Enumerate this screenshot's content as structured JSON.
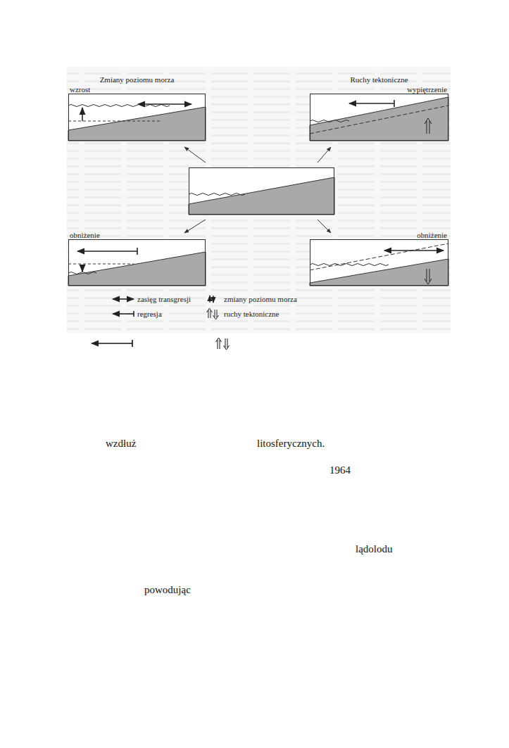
{
  "diagram": {
    "nodes": [
      {
        "text": [
          "Zmiany poziomu morza",
          "wzrost"
        ]
      },
      {
        "text": [
          "Ruchy tektoniczne",
          "wypiętrzenie"
        ]
      },
      {
        "text": []
      },
      {
        "text": [
          "obniżenie"
        ]
      },
      {
        "text": [
          "obniżenie"
        ]
      }
    ],
    "edges": [
      {
        "from": 2,
        "to": 0,
        "arrow": "to"
      },
      {
        "from": 2,
        "to": 1,
        "arrow": "to"
      },
      {
        "from": 2,
        "to": 3,
        "arrow": "to"
      },
      {
        "from": 2,
        "to": 4,
        "arrow": "to"
      }
    ],
    "labels": [
      "wzdłuż",
      "litosferycznych.",
      "1964",
      "lądolodu",
      "powodując"
    ],
    "legend": [
      {
        "text": "zasięg transgresji"
      },
      {
        "text": "regresja"
      },
      {
        "text": "zmiany poziomu morza"
      },
      {
        "text": "ruchy tektoniczne"
      }
    ]
  }
}
